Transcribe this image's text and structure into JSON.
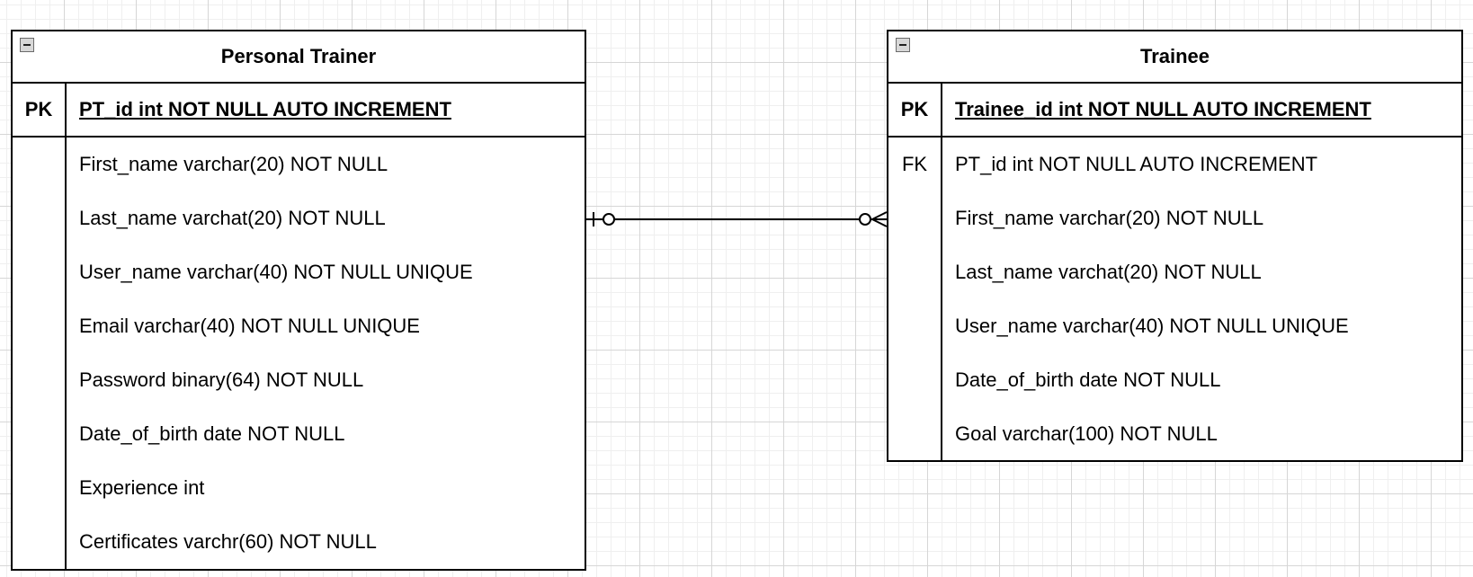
{
  "personal_trainer": {
    "title": "Personal Trainer",
    "pk_label": "PK",
    "pk_field": "PT_id int NOT NULL AUTO INCREMENT",
    "fields": [
      "First_name varchar(20) NOT NULL",
      "Last_name varchat(20) NOT NULL",
      "User_name varchar(40) NOT NULL UNIQUE",
      "Email varchar(40) NOT NULL UNIQUE",
      "Password binary(64) NOT NULL",
      "Date_of_birth date NOT NULL",
      "Experience int",
      "Certificates varchr(60) NOT NULL"
    ]
  },
  "trainee": {
    "title": "Trainee",
    "pk_label": "PK",
    "pk_field": "Trainee_id int NOT NULL AUTO INCREMENT",
    "fk_label": "FK",
    "fields": [
      "PT_id int NOT NULL AUTO INCREMENT",
      "First_name varchar(20) NOT NULL",
      "Last_name varchat(20) NOT NULL",
      "User_name varchar(40) NOT NULL UNIQUE",
      "Date_of_birth date NOT NULL",
      "Goal varchar(100) NOT NULL"
    ]
  },
  "relationship": {
    "from": "personal_trainer",
    "to": "trainee",
    "from_cardinality": "zero-or-one",
    "to_cardinality": "zero-or-many"
  }
}
